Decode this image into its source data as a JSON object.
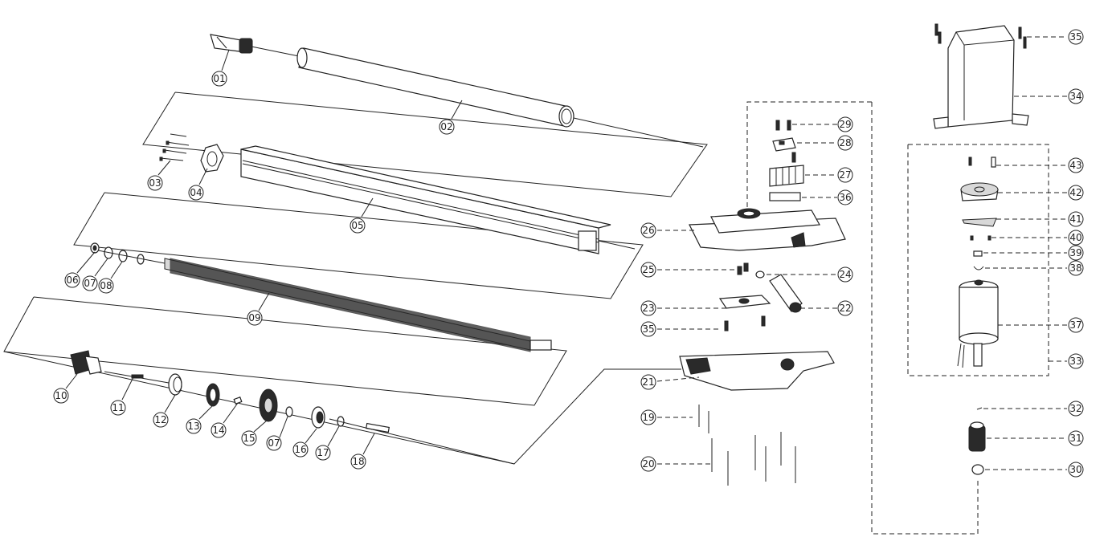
{
  "callouts": {
    "c01": "01",
    "c02": "02",
    "c03": "03",
    "c04": "04",
    "c05": "05",
    "c06": "06",
    "c07a": "07",
    "c08": "08",
    "c09": "09",
    "c10": "10",
    "c11": "11",
    "c12": "12",
    "c13": "13",
    "c14": "14",
    "c15": "15",
    "c07b": "07",
    "c16": "16",
    "c17": "17",
    "c18": "18",
    "c19": "19",
    "c20": "20",
    "c21": "21",
    "c22": "22",
    "c23": "23",
    "c24": "24",
    "c25": "25",
    "c26": "26",
    "c27": "27",
    "c28": "28",
    "c29": "29",
    "c30": "30",
    "c31": "31",
    "c32": "32",
    "c33": "33",
    "c34": "34",
    "c35a": "35",
    "c35b": "35",
    "c36": "36",
    "c37": "37",
    "c38": "38",
    "c39": "39",
    "c40": "40",
    "c41": "41",
    "c42": "42",
    "c43": "43"
  }
}
